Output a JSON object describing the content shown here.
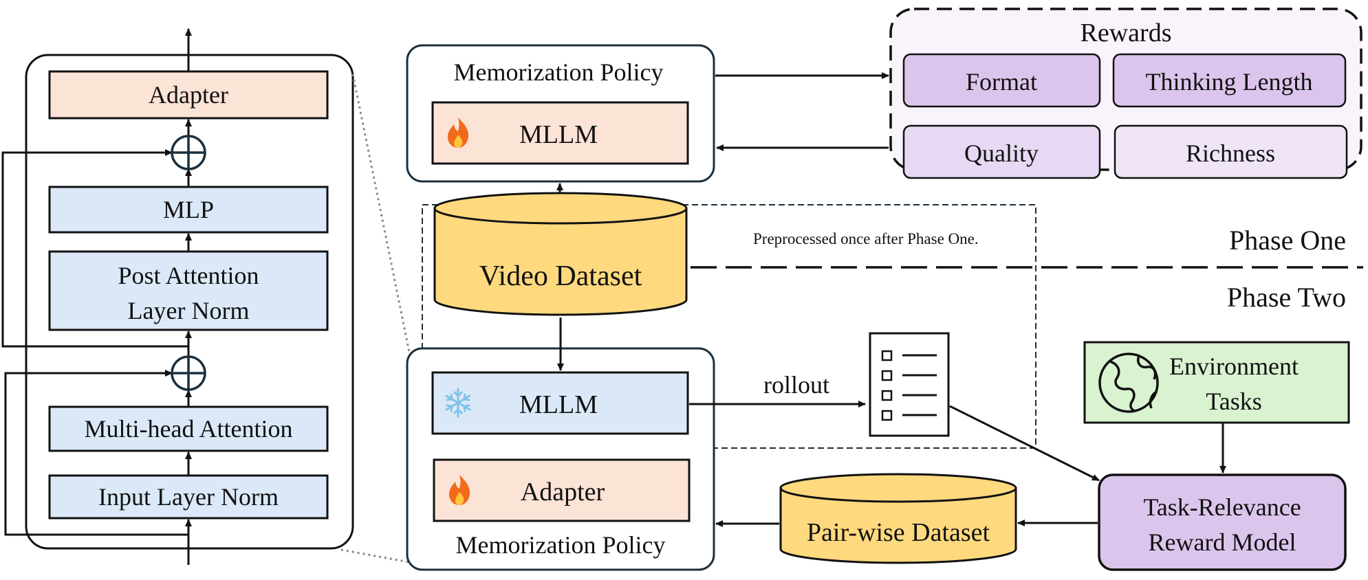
{
  "transformer_block": {
    "adapter": "Adapter",
    "mlp": "MLP",
    "post_norm_line1": "Post Attention",
    "post_norm_line2": "Layer Norm",
    "attention": "Multi-head Attention",
    "input_norm": "Input Layer Norm"
  },
  "phase_one": {
    "policy_title": "Memorization Policy",
    "mllm": "MLLM",
    "rewards": {
      "title": "Rewards",
      "items": [
        "Format",
        "Thinking Length",
        "Quality",
        "Richness"
      ]
    },
    "dataset": "Video Dataset",
    "note": "Preprocessed once after Phase One.",
    "label": "Phase One"
  },
  "phase_two": {
    "label": "Phase Two",
    "mllm": "MLLM",
    "adapter": "Adapter",
    "policy_title": "Memorization Policy",
    "rollout": "rollout",
    "env_line1": "Environment",
    "env_line2": "Tasks",
    "reward_line1": "Task-Relevance",
    "reward_line2": "Reward Model",
    "pair_dataset": "Pair-wise Dataset"
  },
  "colors": {
    "orange_fill": "#fbe3d6",
    "blue_fill": "#dae8f7",
    "purple_fill": "#dcc5ec",
    "purple_light": "#efe5f7",
    "rewards_bg": "#f9f3fc",
    "green_fill": "#d9f2d0",
    "yellow_fill": "#ffd97e",
    "stroke": "#111111",
    "outline": "#1b2f3d"
  },
  "icons": [
    "fire-icon",
    "snowflake-icon",
    "checklist-icon",
    "globe-icon",
    "add-circle-icon"
  ]
}
